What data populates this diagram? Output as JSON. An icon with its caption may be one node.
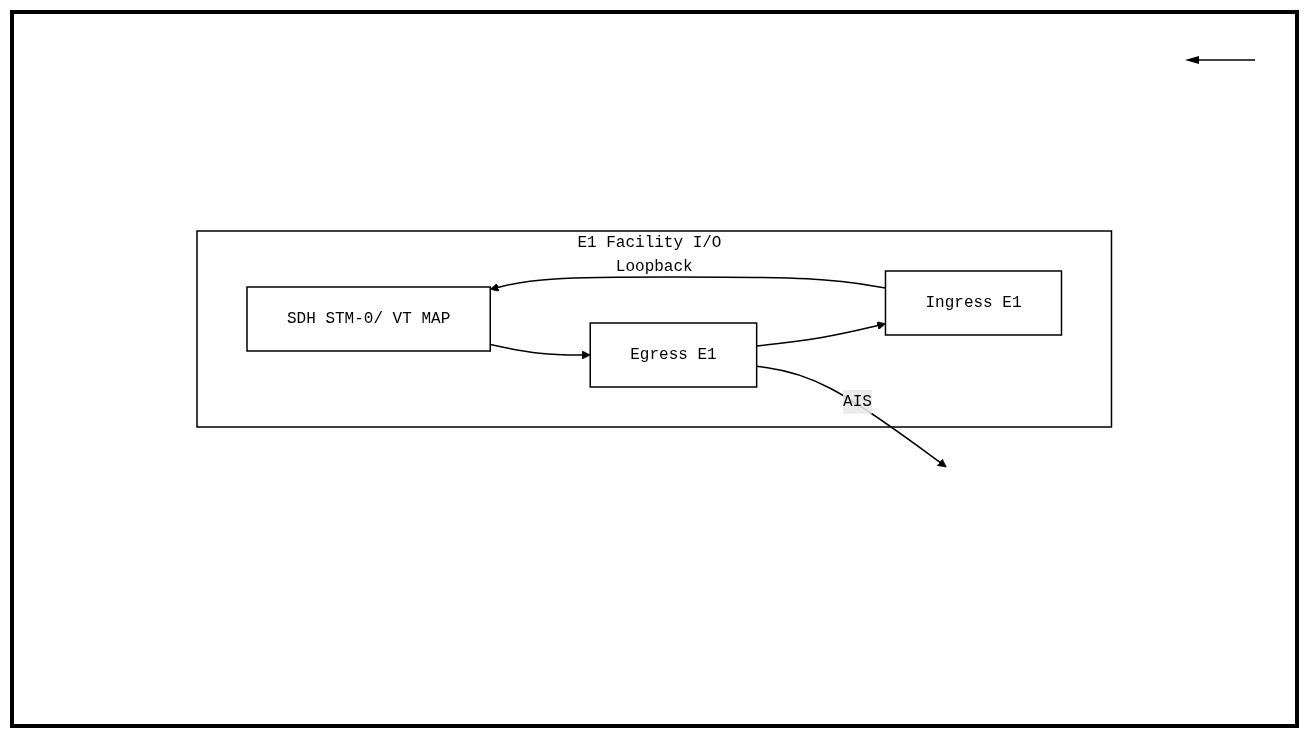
{
  "diagram": {
    "nodes": [
      {
        "text": [
          "E1 Facility I/O Loopback"
        ]
      },
      {
        "text": [
          "SDH STM-0/ VT MAP"
        ],
        "in": 0
      },
      {
        "text": [
          "Ingress E1"
        ],
        "in": 0
      },
      {
        "text": [
          "Egress E1"
        ],
        "in": 0
      }
    ],
    "edges": [
      {
        "from": 2,
        "to": 1,
        "arrow": "to"
      },
      {
        "from": 1,
        "to": 3,
        "arrow": "to"
      },
      {
        "from": 3,
        "to": 2,
        "arrow": "to"
      },
      {
        "from": 3,
        "to": null,
        "arrow": "to",
        "label": "AIS"
      }
    ]
  }
}
